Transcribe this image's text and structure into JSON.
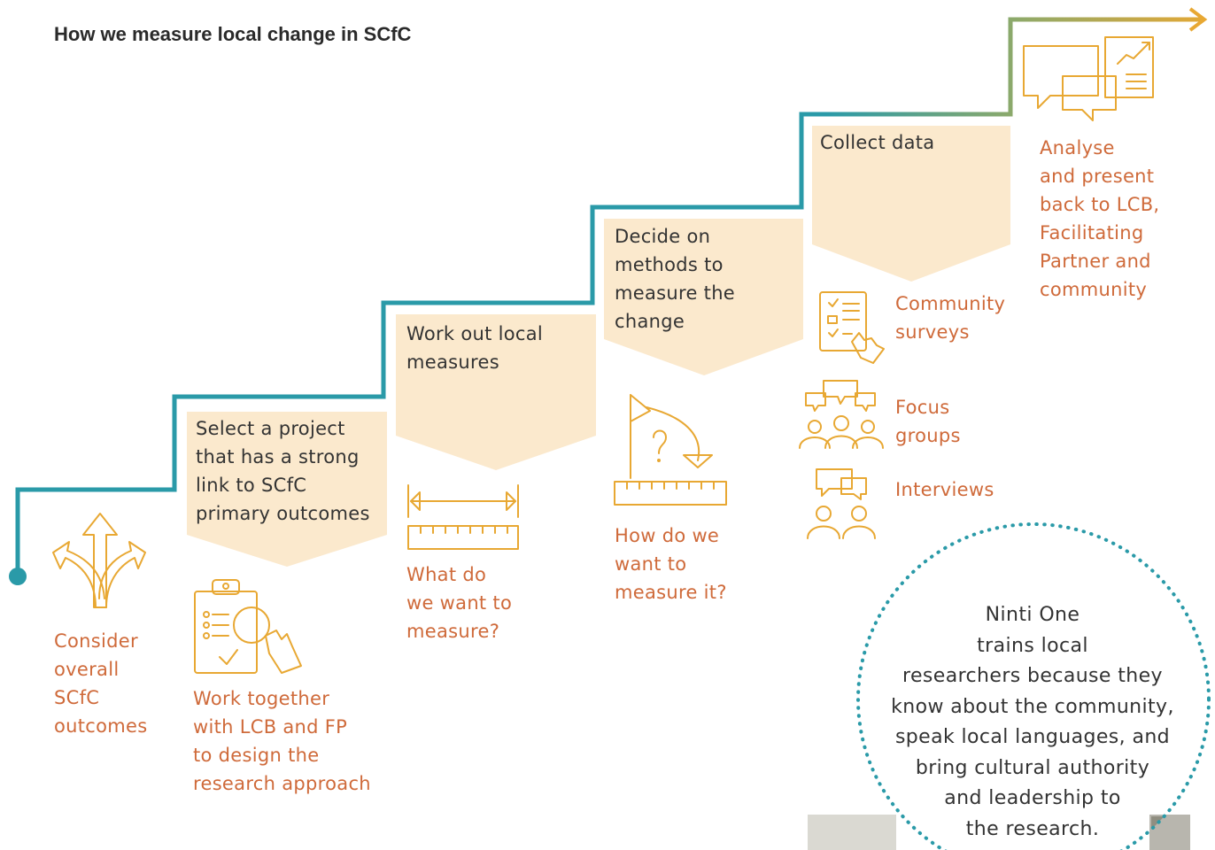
{
  "title": "How we measure local change in SCfC",
  "colors": {
    "step_line_start": "#2a9aa8",
    "step_line_end": "#e8a833",
    "banner_fill": "#fbe9cd",
    "icon_stroke": "#e8a833",
    "caption_text": "#cf6a3a",
    "dotted_circle": "#2a9aa8"
  },
  "steps": [
    {
      "banner": "",
      "caption": [
        "Consider",
        "overall",
        "SCfC",
        "outcomes"
      ],
      "icon": "diverging-arrows-icon"
    },
    {
      "banner": [
        "Select a project",
        "that has a strong",
        "link to SCfC",
        "primary outcomes"
      ],
      "caption": [
        "Work together",
        "with LCB and FP",
        "to design the",
        "research approach"
      ],
      "icon": "clipboard-magnifier-icon"
    },
    {
      "banner": [
        "Work out local",
        "measures"
      ],
      "caption": [
        "What do",
        "we want to",
        "measure?"
      ],
      "icon": "ruler-measure-icon"
    },
    {
      "banner": [
        "Decide on",
        "methods to",
        "measure the",
        "change"
      ],
      "caption": [
        "How do we",
        "want to",
        "measure it?"
      ],
      "icon": "protractor-question-icon"
    },
    {
      "banner": [
        "Collect data"
      ],
      "methods": [
        {
          "label": [
            "Community",
            "surveys"
          ],
          "icon": "survey-checklist-icon"
        },
        {
          "label": [
            "Focus",
            "groups"
          ],
          "icon": "focus-group-icon"
        },
        {
          "label": [
            "Interviews"
          ],
          "icon": "interview-icon"
        }
      ]
    },
    {
      "banner": "",
      "caption": [
        "Analyse",
        "and present",
        "back to LCB,",
        "Facilitating",
        "Partner and",
        "community"
      ],
      "icon": "chat-report-icon"
    }
  ],
  "callout": [
    "Ninti One",
    "trains local",
    "researchers because they",
    "know about the community,",
    "speak local languages, and",
    "bring cultural authority",
    "and leadership to",
    "the research."
  ]
}
